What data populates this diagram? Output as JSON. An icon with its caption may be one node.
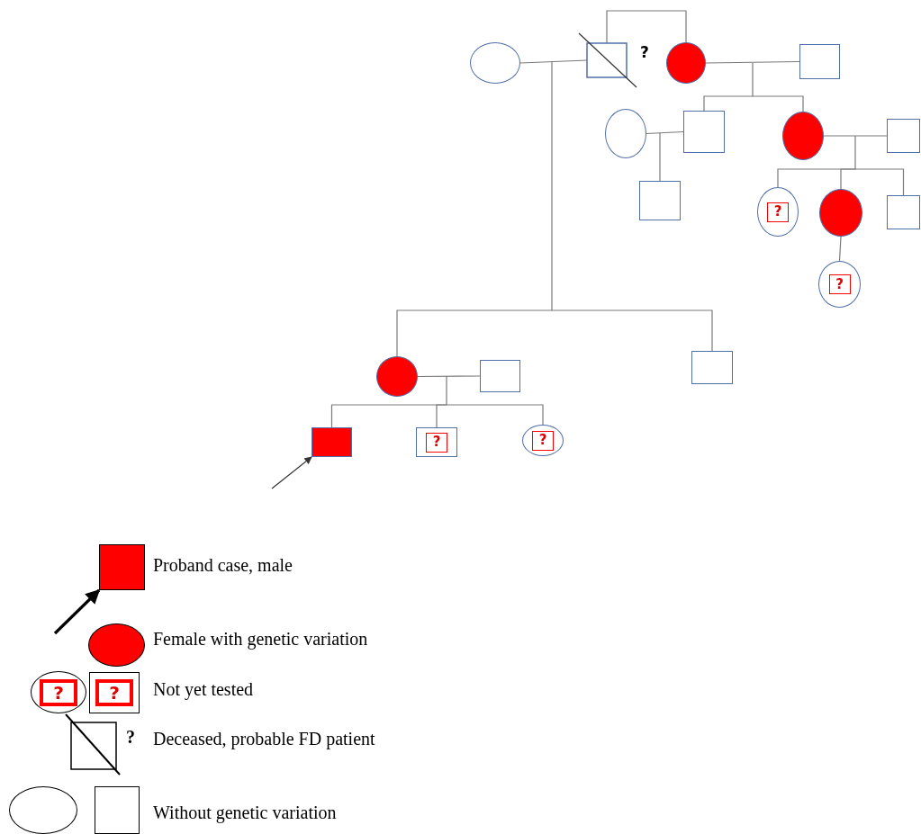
{
  "diagram": {
    "nodes": [
      {
        "text": [],
        "shape": "circle"
      },
      {
        "text": [],
        "shape": "crossed-box",
        "beside": [
          "?"
        ]
      },
      {
        "text": [],
        "shape": "circle"
      },
      {
        "text": [],
        "shape": "box"
      },
      {
        "text": [],
        "shape": "circle"
      },
      {
        "text": [],
        "shape": "box"
      },
      {
        "text": [],
        "shape": "circle"
      },
      {
        "text": [],
        "shape": "box"
      },
      {
        "text": [],
        "shape": "box"
      },
      {
        "text": [
          "?"
        ]
      },
      {
        "text": [],
        "shape": "circle"
      },
      {
        "text": [],
        "shape": "box"
      },
      {
        "text": [
          "?"
        ]
      },
      {
        "text": [],
        "shape": "circle"
      },
      {
        "text": [],
        "shape": "box"
      },
      {
        "text": [],
        "shape": "box"
      },
      {
        "text": [],
        "shape": "box"
      },
      {
        "text": [
          "?"
        ]
      },
      {
        "text": [
          "?"
        ]
      },
      {
        "text": [],
        "shape": "box"
      },
      {
        "text": [],
        "shape": "circle"
      },
      {
        "text": [
          "?"
        ]
      },
      {
        "text": [
          "?"
        ]
      },
      {
        "text": [],
        "shape": "crossed-box",
        "beside": [
          "?"
        ]
      },
      {
        "text": [],
        "shape": "circle"
      },
      {
        "text": [],
        "shape": "box"
      }
    ],
    "edges": [
      {
        "from": 0,
        "to": 1,
        "arrow": "none"
      },
      {
        "from": 1,
        "to": 2,
        "arrow": "none"
      },
      {
        "from": 2,
        "to": 3,
        "arrow": "none"
      },
      {
        "from": null,
        "to": 5,
        "arrow": "none"
      },
      {
        "from": null,
        "to": 6,
        "arrow": "none"
      },
      {
        "from": 4,
        "to": 5,
        "arrow": "none"
      },
      {
        "from": null,
        "to": 8,
        "arrow": "none"
      },
      {
        "from": 6,
        "to": 7,
        "arrow": "none"
      },
      {
        "from": null,
        "to": 9,
        "arrow": "none"
      },
      {
        "from": null,
        "to": 10,
        "arrow": "none"
      },
      {
        "from": null,
        "to": 11,
        "arrow": "none"
      },
      {
        "from": 10,
        "to": 12,
        "arrow": "none"
      },
      {
        "from": null,
        "to": 13,
        "arrow": "none"
      },
      {
        "from": null,
        "to": 14,
        "arrow": "none"
      },
      {
        "from": 13,
        "to": 15,
        "arrow": "none"
      },
      {
        "from": null,
        "to": 16,
        "arrow": "none"
      },
      {
        "from": null,
        "to": 17,
        "arrow": "none"
      },
      {
        "from": null,
        "to": 18,
        "arrow": "none"
      },
      {
        "from": null,
        "to": 16,
        "arrow": "to"
      },
      {
        "from": null,
        "to": 19,
        "arrow": "to",
        "style": "thick",
        "color": "#000000"
      }
    ],
    "legend": [
      {
        "text": "Proband case, male"
      },
      {
        "text": "Female with genetic variation"
      },
      {
        "text": "Not yet tested"
      },
      {
        "text": "Deceased, probable FD patient"
      },
      {
        "text": "Without genetic variation"
      }
    ]
  }
}
